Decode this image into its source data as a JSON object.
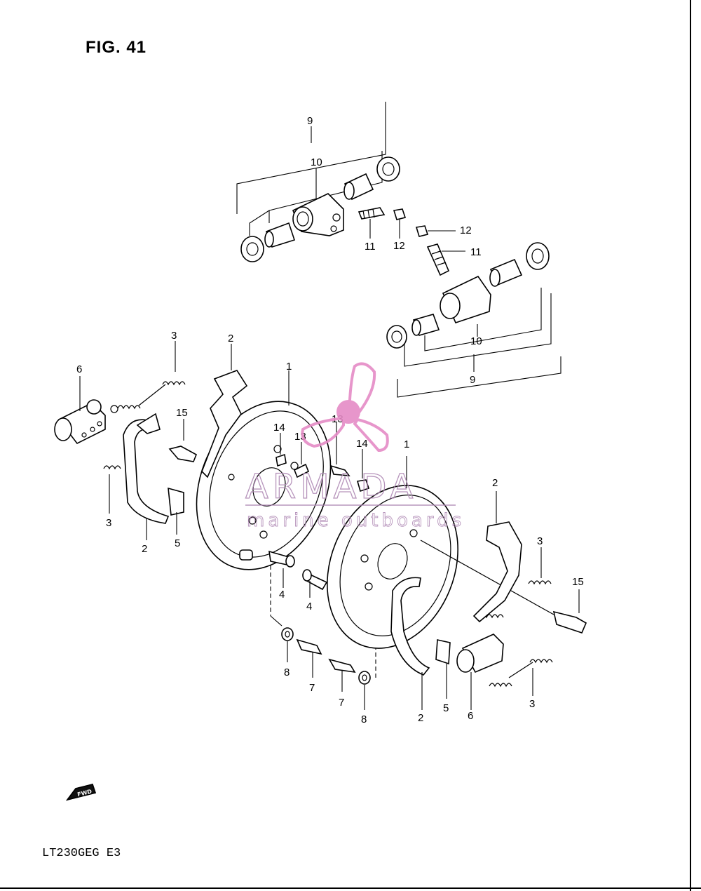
{
  "figure": {
    "title": "FIG. 41",
    "model_code": "LT230GEG E3"
  },
  "watermark": {
    "brand": "ARMADA",
    "tagline": "marine outboards",
    "color": "#e58bc6"
  },
  "fwd_label": "FWD",
  "callouts": [
    "1",
    "1",
    "2",
    "2",
    "2",
    "2",
    "3",
    "3",
    "3",
    "3",
    "4",
    "4",
    "5",
    "5",
    "6",
    "6",
    "7",
    "7",
    "8",
    "8",
    "9",
    "9",
    "10",
    "10",
    "11",
    "11",
    "12",
    "12",
    "13",
    "13",
    "14",
    "14",
    "15",
    "15"
  ]
}
